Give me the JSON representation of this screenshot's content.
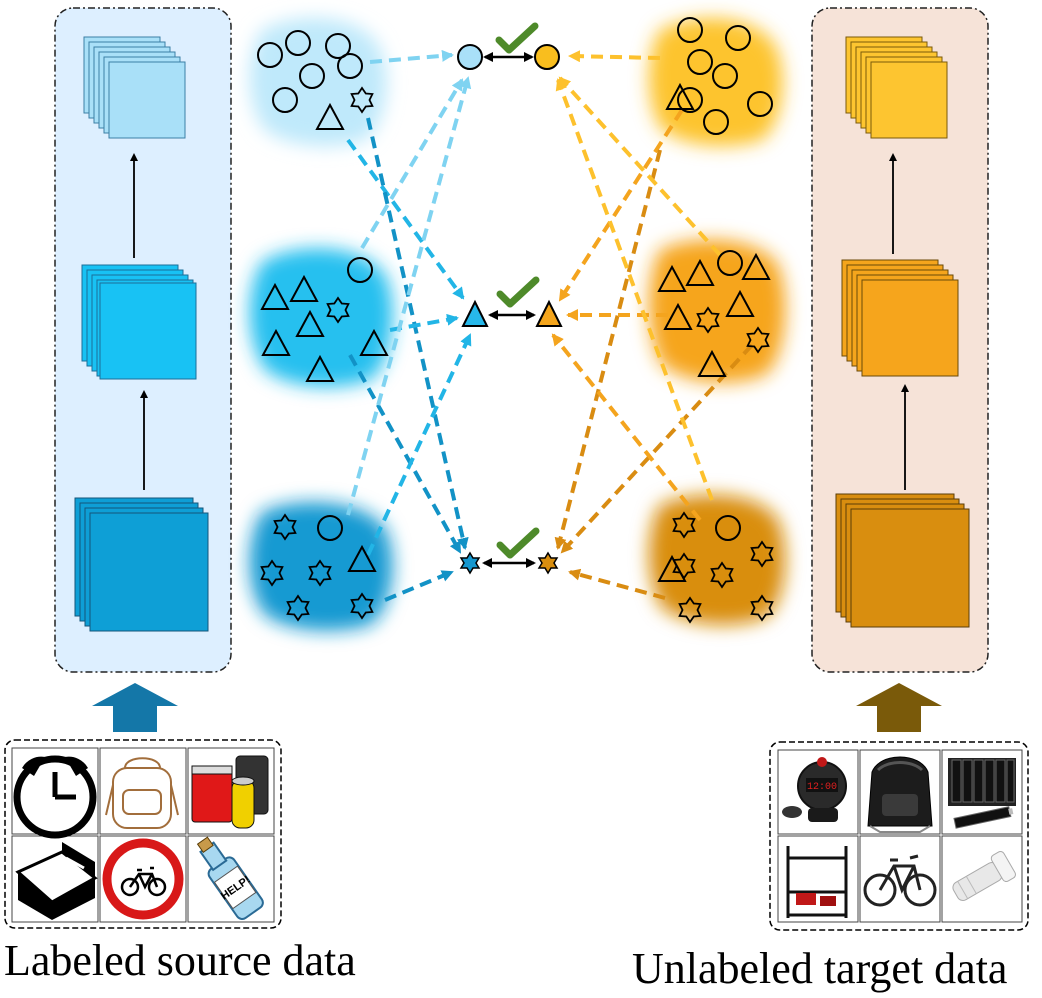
{
  "captions": {
    "source": "Labeled source data",
    "target": "Unlabeled target data"
  },
  "thumbnails": {
    "source": [
      "alarm-clock",
      "backpack",
      "batteries",
      "bed",
      "bike-sign",
      "bottle"
    ],
    "target": [
      "alarm-clock-photo",
      "backpack-photo",
      "batteries-photo",
      "bunk-bed-photo",
      "bicycle-photo",
      "flashlight-photo"
    ],
    "source_bottle_text": "HELP!",
    "target_clock_text": "12:00"
  },
  "colors": {
    "source_panel_bg": "#ddefff",
    "target_panel_bg": "#f6e3d8",
    "source_layer_light": "#a9e0f8",
    "source_layer_mid": "#18c2f4",
    "source_layer_dark": "#0e9fd6",
    "target_layer_light": "#fdc530",
    "target_layer_mid": "#f6a51c",
    "target_layer_dark": "#d98e0f",
    "source_cloud_top": "#bfe9fb",
    "source_cloud_mid": "#27c0ef",
    "source_cloud_bot": "#179ad2",
    "target_cloud_top": "#fdc42f",
    "target_cloud_mid": "#f6a51c",
    "target_cloud_bot": "#d98e0f",
    "arrow_source_up": "#1477a8",
    "arrow_target_up": "#7a5a0a",
    "check": "#4e8a2a"
  },
  "icons": {
    "check": "check-mark-icon",
    "circle": "circle-class-icon",
    "triangle": "triangle-class-icon",
    "star": "star-class-icon"
  }
}
